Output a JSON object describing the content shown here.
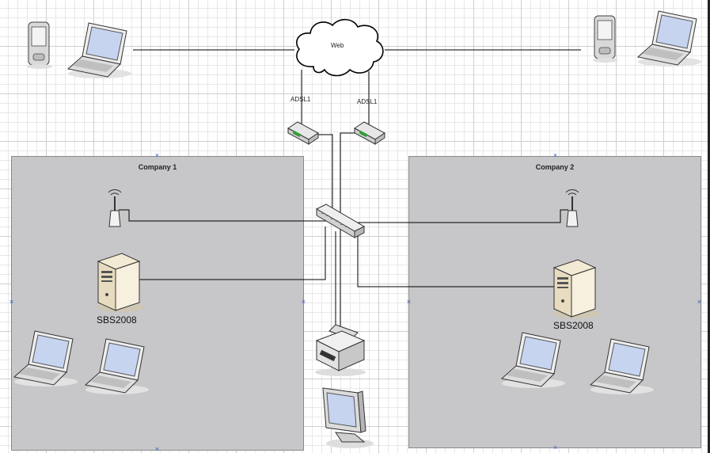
{
  "diagram": {
    "cloud_label": "Web",
    "link_left_label": "ADSL1",
    "link_right_label": "ADSL1",
    "zones": [
      {
        "title": "Company 1"
      },
      {
        "title": "Company 2"
      }
    ],
    "servers": [
      {
        "label": "SBS2008"
      },
      {
        "label": "SBS2008"
      }
    ],
    "colors": {
      "zone_fill": "#c7c6c8",
      "line": "#000000",
      "grid": "#cfcfcf",
      "modem_accent": "#2e9e3a"
    }
  }
}
